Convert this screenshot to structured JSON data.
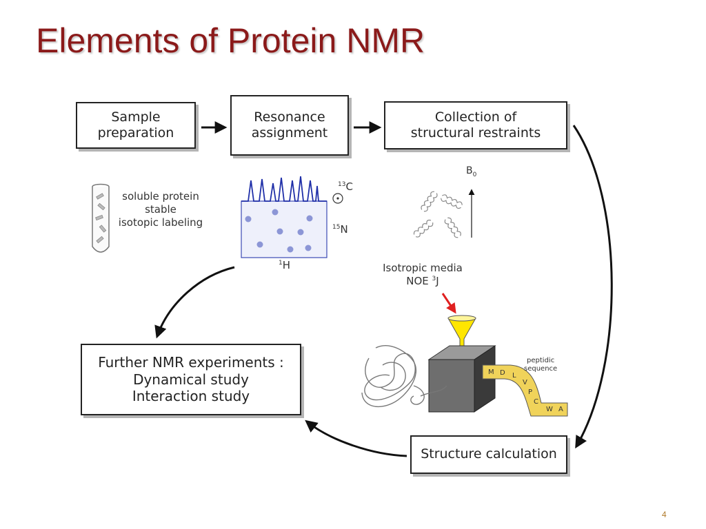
{
  "slide": {
    "title": "Elements of Protein NMR",
    "page_number": "4"
  },
  "flow": {
    "sample_preparation": [
      "Sample",
      "preparation"
    ],
    "resonance_assignment": [
      "Resonance",
      "assignment"
    ],
    "structural_restraints": [
      "Collection of",
      "structural restraints"
    ],
    "structure_calculation": "Structure calculation",
    "further_experiments": [
      "Further NMR experiments :",
      "Dynamical study",
      "Interaction study"
    ]
  },
  "sample": {
    "properties": [
      "soluble protein",
      "stable",
      "isotopic labeling"
    ]
  },
  "spectrum": {
    "label_c13_sup": "13",
    "label_c13": "C",
    "label_n15_sup": "15",
    "label_n15": "N",
    "label_h1_sup": "1",
    "label_h1": "H"
  },
  "restraints": {
    "field_label": "B",
    "field_sub": "0",
    "media_line1": "Isotropic media",
    "media_line2_a": "NOE ",
    "media_line2_sup": "3",
    "media_line2_b": "J"
  },
  "calculation": {
    "peptide_label": [
      "peptidic",
      "sequence"
    ],
    "sequence_letters": [
      "M",
      "D",
      "L",
      "V",
      "P",
      "C",
      "W",
      "A"
    ]
  },
  "colors": {
    "title": "#8b1a1a",
    "spectrum_line": "#1f2fa8",
    "peak_dots": "#8c96d6",
    "funnel": "#ffe600",
    "sequence_band": "#f0d35a",
    "red_arrow": "#e02020"
  }
}
